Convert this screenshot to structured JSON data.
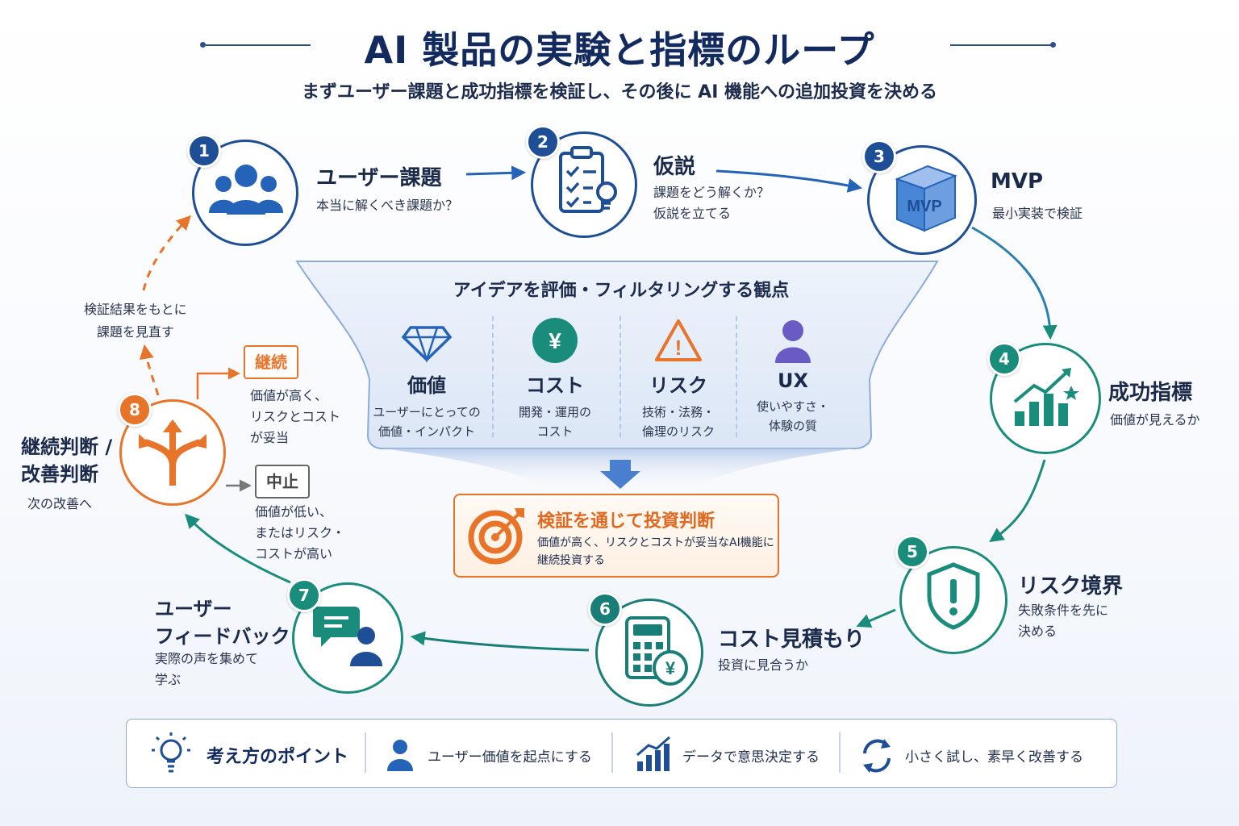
{
  "title": "AI 製品の実験と指標のループ",
  "subtitle": "まずユーザー課題と成功指標を検証し、その後に AI 機能への追加投資を決める",
  "colors": {
    "navy": "#1d4e96",
    "blue": "#2563b8",
    "teal": "#1a8c7c",
    "orange": "#e8742a"
  },
  "stages": [
    {
      "number": "1",
      "title": "ユーザー課題",
      "desc": "本当に解くべき課題か？",
      "icon": "users-icon"
    },
    {
      "number": "2",
      "title": "仮説",
      "desc": "課題をどう解くか？\n仮説を立てる",
      "icon": "checklist-bulb-icon"
    },
    {
      "number": "3",
      "title": "MVP",
      "desc": "最小実装で検証",
      "icon": "mvp-box-icon",
      "icon_text": "MVP"
    },
    {
      "number": "4",
      "title": "成功指標",
      "desc": "価値が見えるか",
      "icon": "growth-chart-icon"
    },
    {
      "number": "5",
      "title": "リスク境界",
      "desc": "失敗条件を先に\n決める",
      "icon": "shield-alert-icon"
    },
    {
      "number": "6",
      "title": "コスト見積もり",
      "desc": "投資に見合うか",
      "icon": "calculator-yen-icon"
    },
    {
      "number": "7",
      "title": "ユーザー\nフィードバック",
      "desc": "実際の声を集めて\n学ぶ",
      "icon": "chat-user-icon"
    },
    {
      "number": "8",
      "title": "継続判断 /\n改善判断",
      "desc": "次の改善へ",
      "icon": "split-arrows-icon"
    }
  ],
  "funnel": {
    "title": "アイデアを評価・フィルタリングする観点",
    "criteria": [
      {
        "name": "価値",
        "desc": "ユーザーにとっての\n価値・インパクト",
        "icon": "diamond-icon"
      },
      {
        "name": "コスト",
        "desc": "開発・運用の\nコスト",
        "icon": "yen-coin-icon",
        "icon_text": "¥"
      },
      {
        "name": "リスク",
        "desc": "技術・法務・\n倫理のリスク",
        "icon": "warning-icon",
        "icon_text": "!"
      },
      {
        "name": "UX",
        "desc": "使いやすさ・\n体験の質",
        "icon": "user-icon"
      }
    ]
  },
  "investment": {
    "title": "検証を通じて投資判断",
    "desc": "価値が高く、リスクとコストが妥当なAI機能に\n継続投資する",
    "icon": "target-icon"
  },
  "decisions": {
    "continue": {
      "label": "継続",
      "desc": "価値が高く、\nリスクとコスト\nが妥当"
    },
    "stop": {
      "label": "中止",
      "desc": "価値が低い、\nまたはリスク・\nコストが高い"
    }
  },
  "feedback_note": "検証結果をもとに\n課題を見直す",
  "footer": {
    "title": "考え方のポイント",
    "points": [
      {
        "text": "ユーザー価値を起点にする",
        "icon": "user-icon"
      },
      {
        "text": "データで意思決定する",
        "icon": "bar-chart-icon"
      },
      {
        "text": "小さく試し、素早く改善する",
        "icon": "cycle-icon"
      }
    ]
  }
}
